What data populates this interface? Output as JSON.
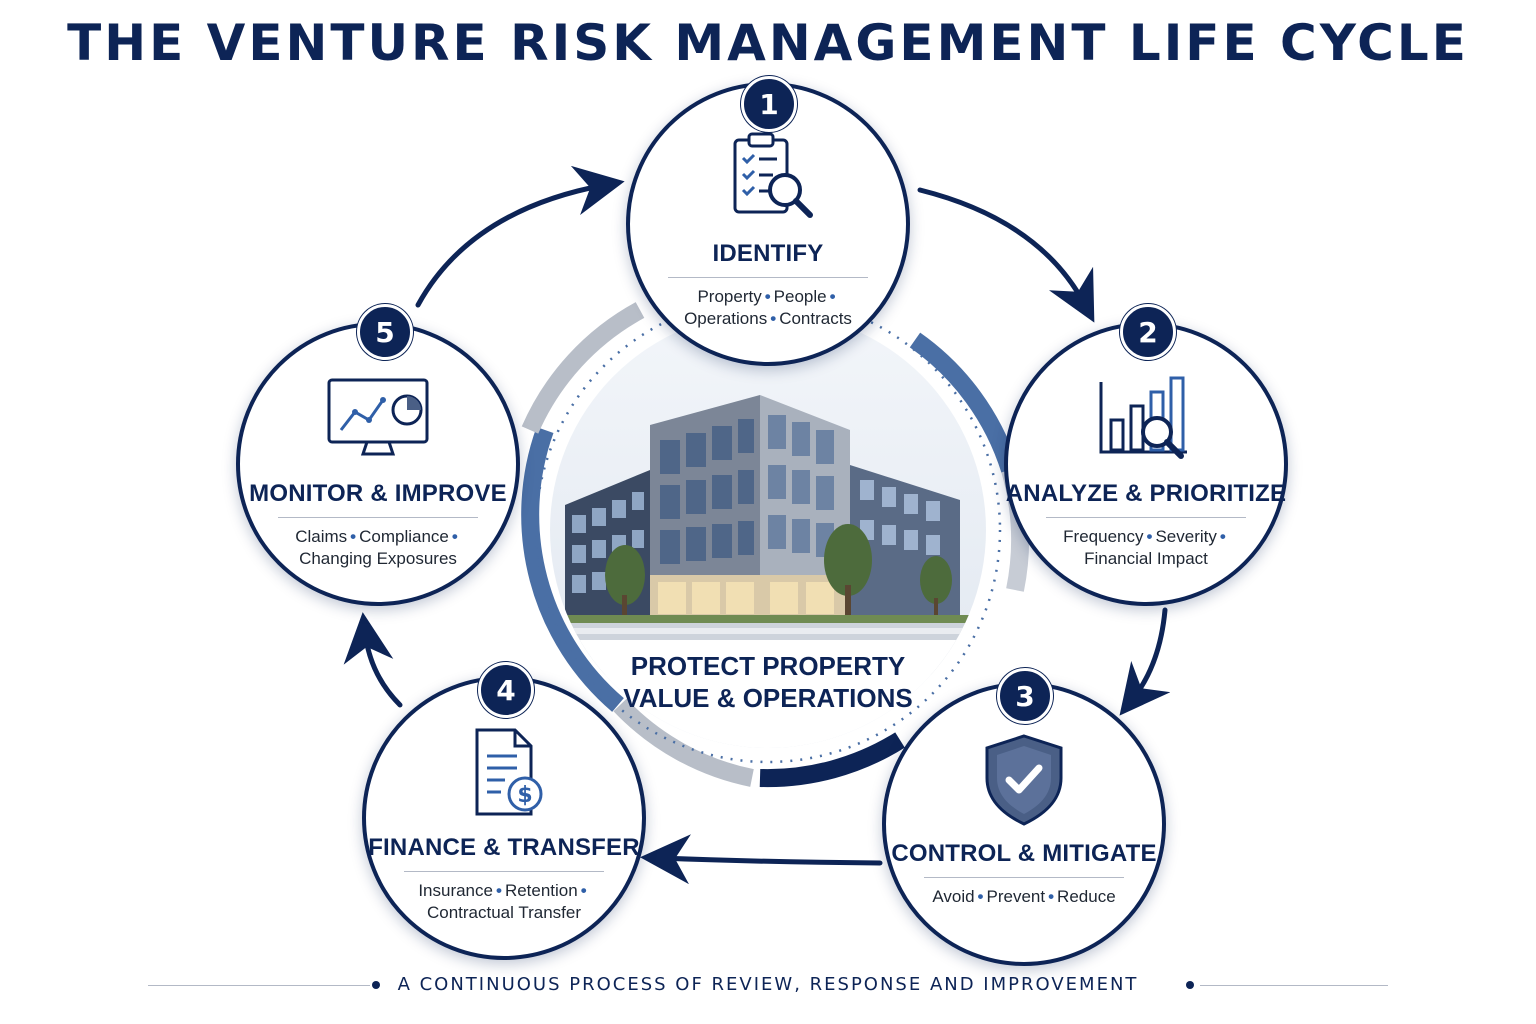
{
  "title": "THE VENTURE RISK MANAGEMENT LIFE CYCLE",
  "center": {
    "line1": "PROTECT PROPERTY",
    "line2": "VALUE & OPERATIONS",
    "image_icon": "office-building-illustration"
  },
  "stages": [
    {
      "number": "1",
      "title": "IDENTIFY",
      "items": [
        "Property",
        "People",
        "Operations",
        "Contracts"
      ],
      "icon": "clipboard-magnifier-icon"
    },
    {
      "number": "2",
      "title": "ANALYZE & PRIORITIZE",
      "items": [
        "Frequency",
        "Severity",
        "Financial Impact"
      ],
      "icon": "bar-chart-magnifier-icon"
    },
    {
      "number": "3",
      "title": "CONTROL & MITIGATE",
      "items": [
        "Avoid",
        "Prevent",
        "Reduce"
      ],
      "icon": "shield-check-icon"
    },
    {
      "number": "4",
      "title": "FINANCE & TRANSFER",
      "items": [
        "Insurance",
        "Retention",
        "Contractual Transfer"
      ],
      "icon": "document-dollar-icon"
    },
    {
      "number": "5",
      "title": "MONITOR & IMPROVE",
      "items": [
        "Claims",
        "Compliance",
        "Changing Exposures"
      ],
      "icon": "monitor-chart-icon"
    }
  ],
  "footer": "A CONTINUOUS PROCESS OF REVIEW, RESPONSE AND IMPROVEMENT",
  "colors": {
    "navy": "#0d2456",
    "accent_blue": "#2f5fa8",
    "steel": "#4a6fa5",
    "gray": "#b8bec8"
  }
}
